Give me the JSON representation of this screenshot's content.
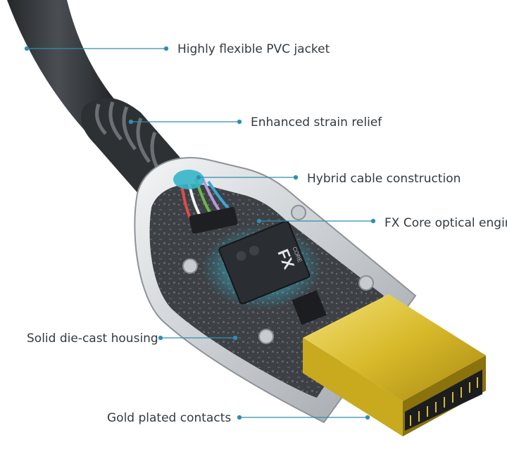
{
  "labels": {
    "jacket": "Highly flexible PVC jacket",
    "strain_relief": "Enhanced strain relief",
    "hybrid": "Hybrid cable construction",
    "fx_core": "FX Core optical engine",
    "housing": "Solid die-cast housing",
    "contacts": "Gold plated contacts"
  },
  "chip_text": {
    "brand": "FX",
    "sub": "CORE"
  },
  "colors": {
    "leader_line": "#2f8fb0",
    "gold": "#d9bf2a",
    "housing": "#d6d9dc",
    "pcb": "#3b3f44",
    "cable": "#3a3d41",
    "glow": "#2fd8ea"
  }
}
